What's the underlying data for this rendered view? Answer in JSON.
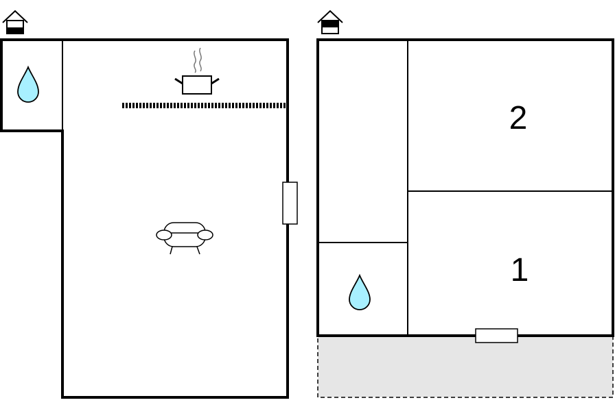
{
  "floors": [
    {
      "level_icon": "house-ground-floor-icon",
      "rooms": [
        {
          "icon": "water-drop-icon",
          "meaning": "bathroom"
        },
        {
          "icon": "cooking-pot-icon",
          "meaning": "kitchen"
        },
        {
          "icon": "sofa-icon",
          "meaning": "living room"
        }
      ]
    },
    {
      "level_icon": "house-upper-floor-icon",
      "rooms": [
        {
          "label": "2"
        },
        {
          "label": "1"
        },
        {
          "icon": "water-drop-icon",
          "meaning": "bathroom"
        }
      ],
      "outdoor_area": "terrace-area"
    }
  ],
  "colors": {
    "water": "#a8f0ff",
    "terrace": "#e6e6e6",
    "wall": "#000000",
    "background": "#ffffff"
  }
}
